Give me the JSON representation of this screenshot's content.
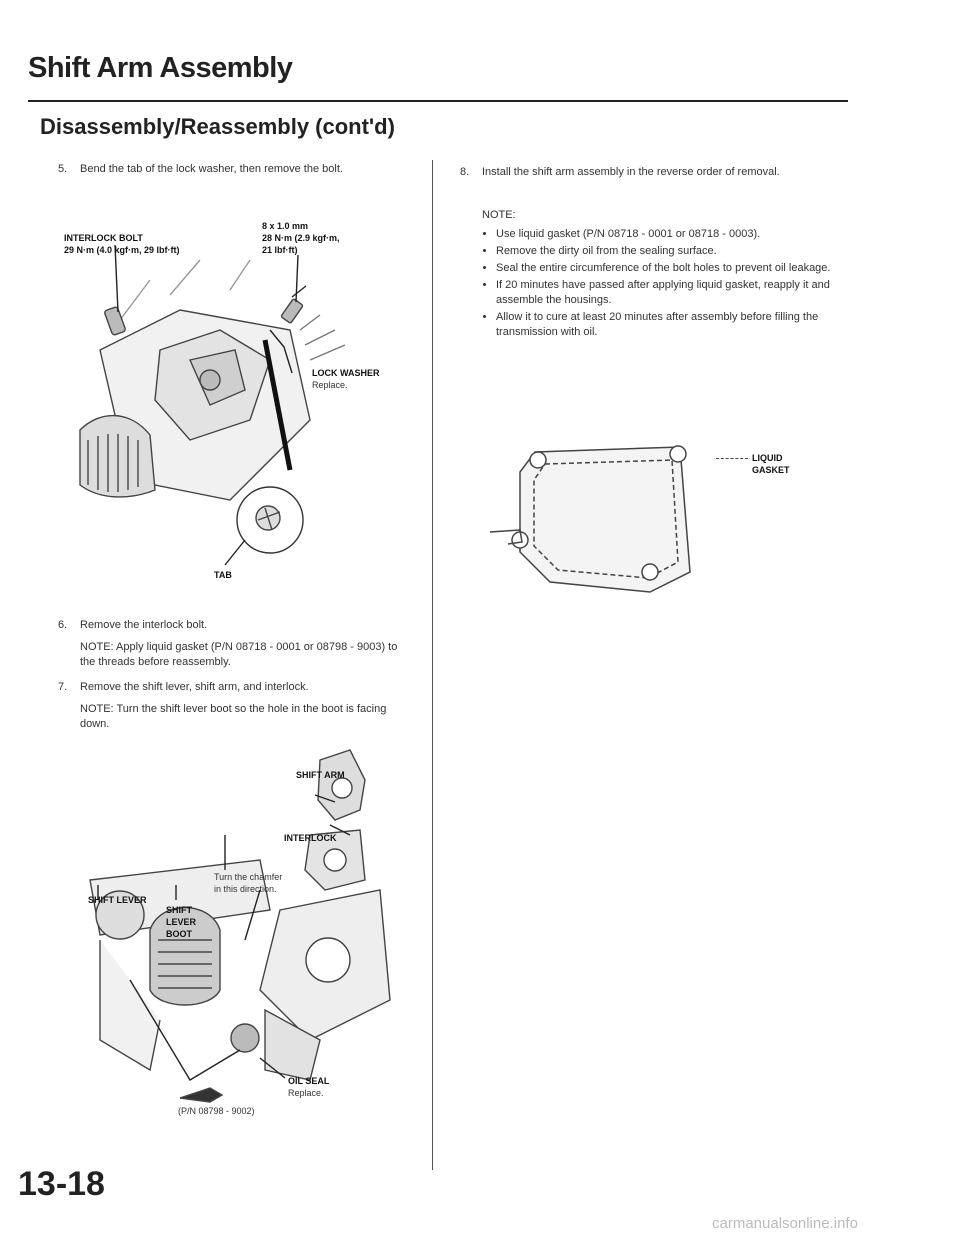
{
  "header": {
    "title": "Shift Arm Assembly",
    "section": "Disassembly/Reassembly (cont'd)"
  },
  "steps": [
    {
      "num": "5.",
      "text": "Bend the tab of the lock washer, then remove the bolt."
    },
    {
      "num": "6.",
      "text": "Remove the interlock bolt.",
      "note": "NOTE: Apply liquid gasket (P/N 08718 - 0001 or 08798 - 9003) to the threads before reassembly."
    },
    {
      "num": "7.",
      "text": "Remove the shift lever, shift arm, and interlock.",
      "note": "NOTE: Turn the shift lever boot so the hole in the boot is facing down."
    },
    {
      "num": "8.",
      "text": "Install the shift arm assembly in the reverse order of removal."
    }
  ],
  "notes_step8": {
    "heading": "NOTE:",
    "items": [
      "Use liquid gasket (P/N 08718 - 0001 or 08718 - 0003).",
      "Remove the dirty oil from the sealing surface.",
      "Seal the entire circumference of the bolt holes to prevent oil leakage.",
      "If 20 minutes have passed after applying liquid gasket, reapply it and assemble the housings.",
      "Allow it to cure at least 20 minutes after assembly before filling the transmission with oil."
    ]
  },
  "figure1": {
    "interlock_bolt": "INTERLOCK BOLT",
    "interlock_torque": "29 N·m (4.0 kgf·m, 29 lbf·ft)",
    "bolt_size": "8 x 1.0 mm",
    "bolt_torque": "28 N·m (2.9 kgf·m,",
    "bolt_torque2": "21 lbf·ft)",
    "lock_washer": "LOCK WASHER",
    "lock_washer_sub": "Replace.",
    "tab": "TAB"
  },
  "figure2": {
    "shift_arm": "SHIFT ARM",
    "interlock": "INTERLOCK",
    "turn_note1": "Turn the chamfer",
    "turn_note2": "in this direction.",
    "shift_lever": "SHIFT LEVER",
    "boot1": "SHIFT",
    "boot2": "LEVER",
    "boot3": "BOOT",
    "oil_seal": "OIL SEAL",
    "oil_seal_sub": "Replace.",
    "grease_pn": "(P/N 08798 - 9002)"
  },
  "figure3": {
    "legend1": "LIQUID",
    "legend2": "GASKET"
  },
  "footer": {
    "page_number": "13-18",
    "watermark": "carmanualsonline.info"
  }
}
